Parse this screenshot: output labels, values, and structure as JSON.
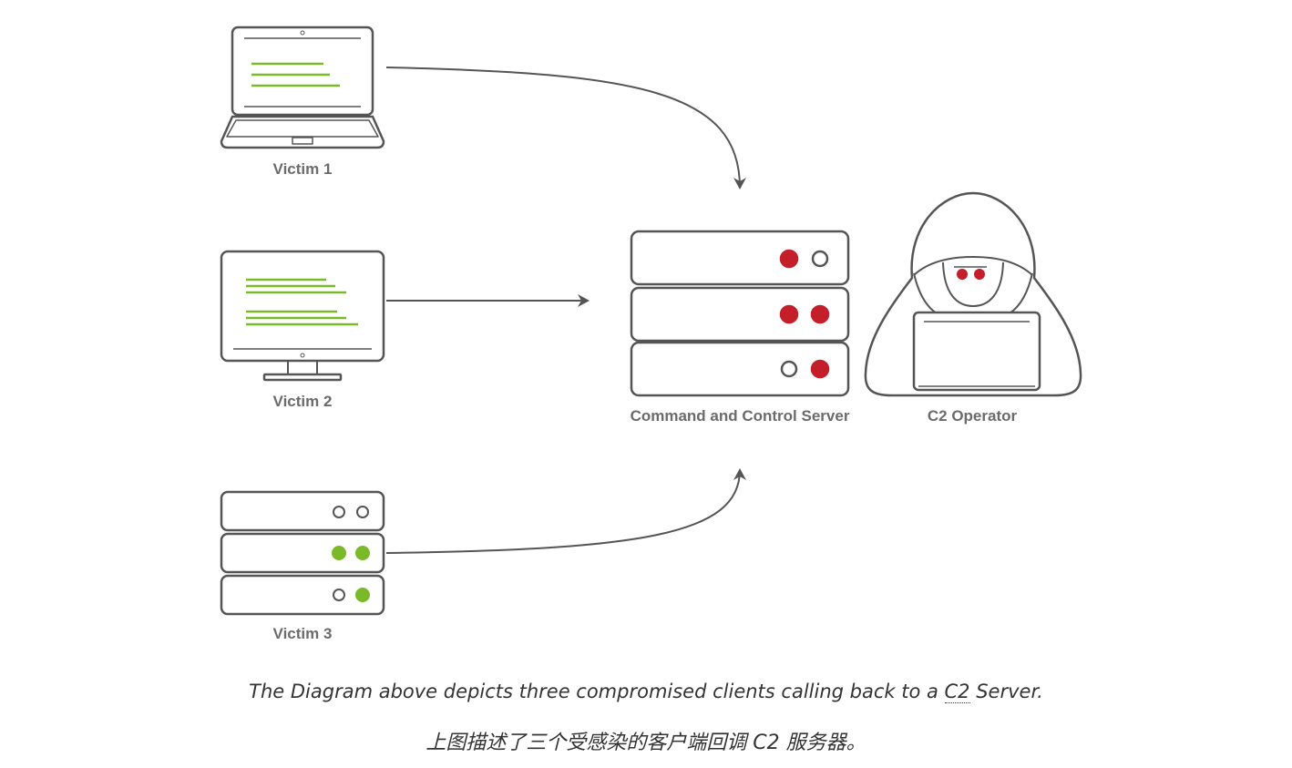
{
  "colors": {
    "outline": "#555555",
    "infected_green": "#7ab929",
    "alert_red": "#c41e2a"
  },
  "icons": {
    "victim_1": "laptop-icon",
    "victim_2": "desktop-monitor-icon",
    "victim_3": "server-rack-icon",
    "c2_server": "server-rack-icon",
    "operator": "hooded-hacker-icon"
  },
  "nodes": {
    "victim_1": "Victim 1",
    "victim_2": "Victim 2",
    "victim_3": "Victim 3",
    "c2_server": "Command and Control Server",
    "operator": "C2 Operator"
  },
  "edges": [
    {
      "from": "Victim 1",
      "to": "Command and Control Server"
    },
    {
      "from": "Victim 2",
      "to": "Command and Control Server"
    },
    {
      "from": "Victim 3",
      "to": "Command and Control Server"
    }
  ],
  "caption": {
    "en_before": "The Diagram above depicts three compromised clients calling back to a ",
    "en_abbr": "C2",
    "en_after": " Server.",
    "zh": "上图描述了三个受感染的客户端回调 C2 服务器。"
  }
}
